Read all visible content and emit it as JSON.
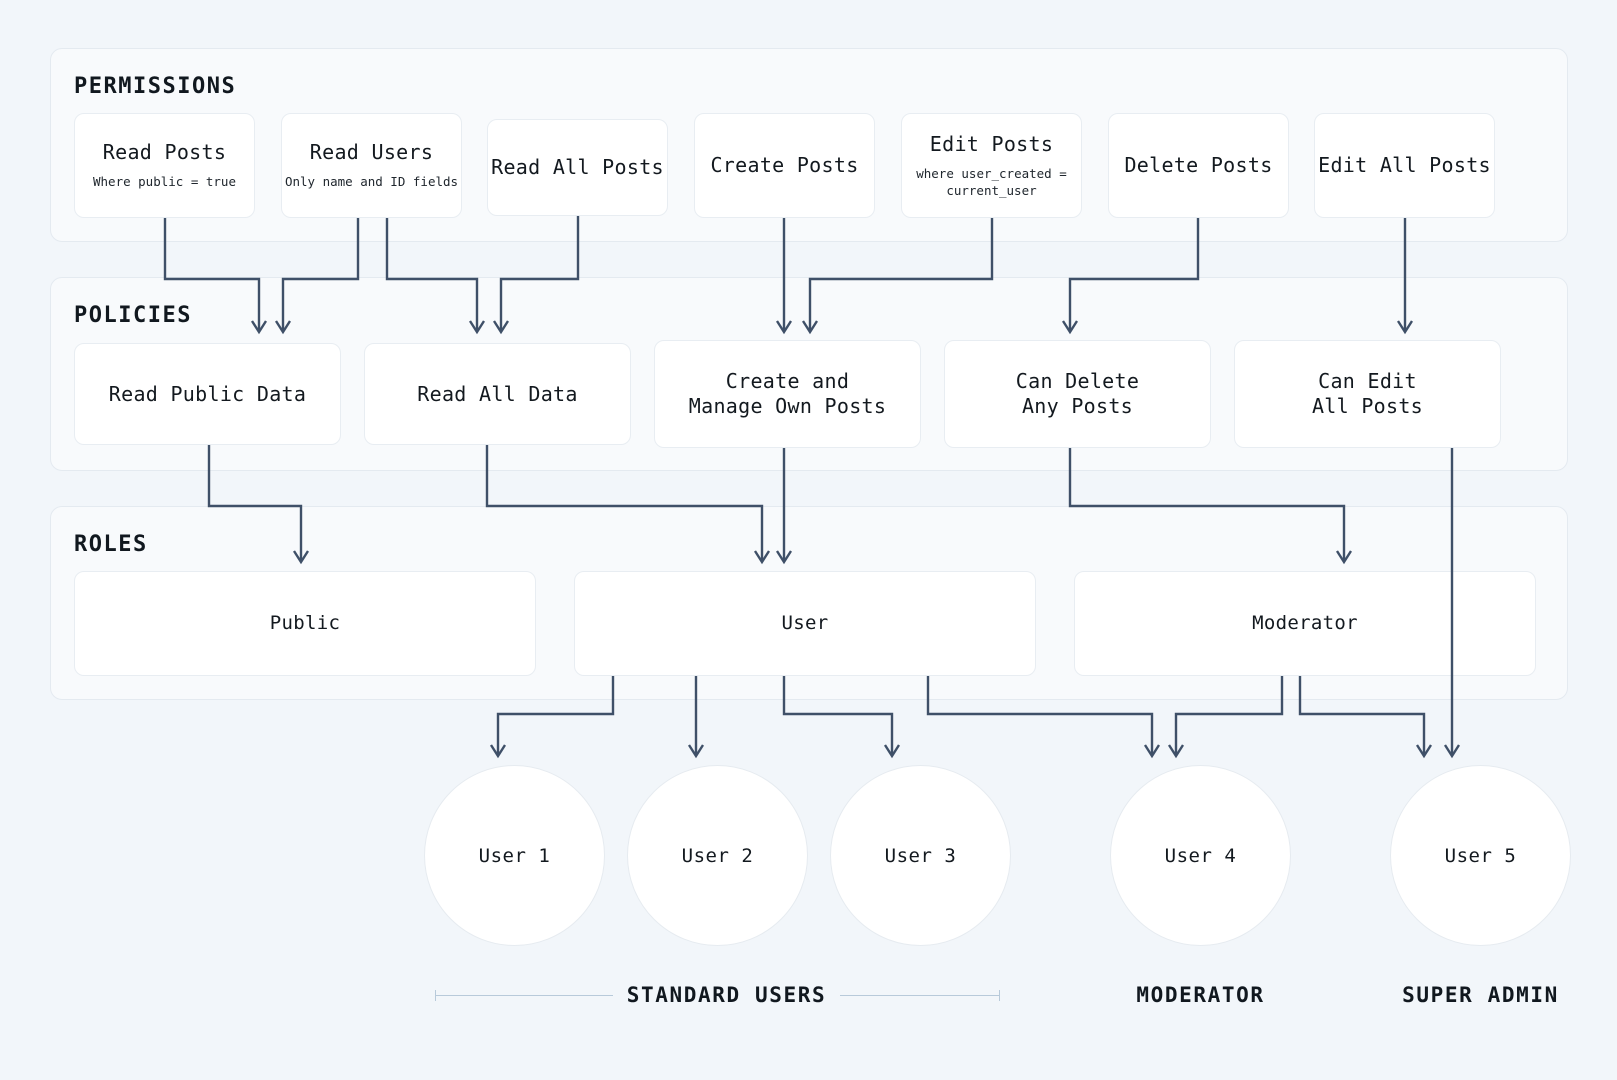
{
  "diagram": {
    "title": "Permissions / Policies / Roles / Users authorization hierarchy",
    "colors": {
      "page_background": "#f2f6fa",
      "band_background": "#f8fafc",
      "card_background": "#ffffff",
      "connector": "#3f5068",
      "text": "#13191f",
      "rule": "#b8cada"
    }
  },
  "sections": {
    "permissions": {
      "heading": "PERMISSIONS"
    },
    "policies": {
      "heading": "POLICIES"
    },
    "roles": {
      "heading": "ROLES"
    }
  },
  "permissions": [
    {
      "id": "read-posts",
      "title": "Read Posts",
      "subtitle": "Where public = true"
    },
    {
      "id": "read-users",
      "title": "Read Users",
      "subtitle": "Only name and ID fields"
    },
    {
      "id": "read-all-posts",
      "title": "Read All Posts",
      "subtitle": ""
    },
    {
      "id": "create-posts",
      "title": "Create Posts",
      "subtitle": ""
    },
    {
      "id": "edit-posts",
      "title": "Edit Posts",
      "subtitle": "where user_created =\ncurrent_user"
    },
    {
      "id": "delete-posts",
      "title": "Delete Posts",
      "subtitle": ""
    },
    {
      "id": "edit-all-posts",
      "title": "Edit All Posts",
      "subtitle": ""
    }
  ],
  "policies": [
    {
      "id": "read-public-data",
      "title": "Read Public Data"
    },
    {
      "id": "read-all-data",
      "title": "Read All Data"
    },
    {
      "id": "create-manage-own",
      "title": "Create and\nManage Own Posts"
    },
    {
      "id": "can-delete-any",
      "title": "Can Delete\nAny Posts"
    },
    {
      "id": "can-edit-all",
      "title": "Can Edit\nAll Posts"
    }
  ],
  "roles": [
    {
      "id": "public",
      "title": "Public"
    },
    {
      "id": "user",
      "title": "User"
    },
    {
      "id": "moderator",
      "title": "Moderator"
    }
  ],
  "users": [
    {
      "id": "user-1",
      "label": "User 1"
    },
    {
      "id": "user-2",
      "label": "User 2"
    },
    {
      "id": "user-3",
      "label": "User 3"
    },
    {
      "id": "user-4",
      "label": "User 4"
    },
    {
      "id": "user-5",
      "label": "User 5"
    }
  ],
  "user_groups": [
    {
      "id": "standard-users",
      "label": "STANDARD USERS",
      "rules": true
    },
    {
      "id": "moderator-group",
      "label": "MODERATOR",
      "rules": false
    },
    {
      "id": "super-admin-group",
      "label": "SUPER ADMIN",
      "rules": false
    }
  ]
}
